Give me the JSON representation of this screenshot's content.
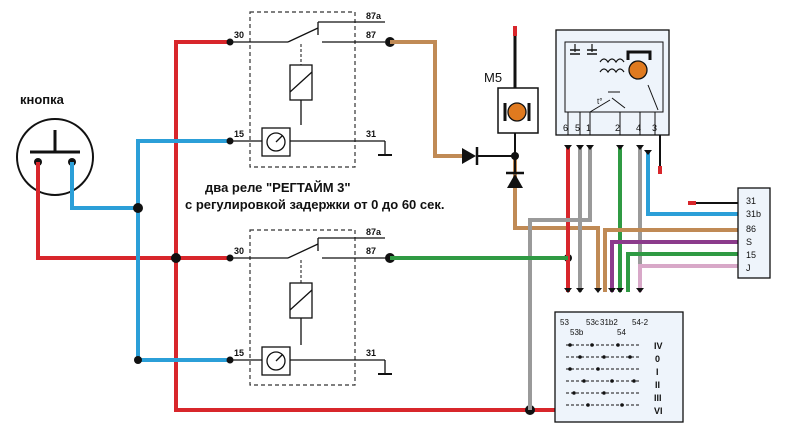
{
  "button_label": "кнопка",
  "caption_line1": "два реле \"РЕГТАЙМ 3\"",
  "caption_line2": "с регулировкой задержки от 0 до 60 сек.",
  "relay_top": {
    "t30": "30",
    "t87a": "87a",
    "t87": "87",
    "t15": "15",
    "t31": "31"
  },
  "relay_bottom": {
    "t30": "30",
    "t87a": "87a",
    "t87": "87",
    "t15": "15",
    "t31": "31"
  },
  "motor_label": "M5",
  "wiper_box": {
    "p6": "6",
    "p5": "5",
    "p1": "1",
    "p2": "2",
    "p4": "4",
    "p3": "3",
    "t_mark": "t°"
  },
  "right_connector": {
    "pins": [
      "31",
      "31b",
      "86",
      "S",
      "15",
      "J"
    ]
  },
  "switch_block": {
    "pins": [
      "53",
      "53b",
      "53c",
      "31b2",
      "54",
      "54-2"
    ],
    "modes": [
      "IV",
      "0",
      "I",
      "II",
      "III",
      "VI"
    ]
  },
  "colors": {
    "red": "#d8262b",
    "blue": "#2b9fd8",
    "brown": "#c08a55",
    "green": "#2f9a43",
    "gray": "#9a9a9a",
    "purple": "#8c3b8c",
    "pink": "#d8a8c8",
    "orange": "#e07a1f",
    "dark": "#111111"
  }
}
